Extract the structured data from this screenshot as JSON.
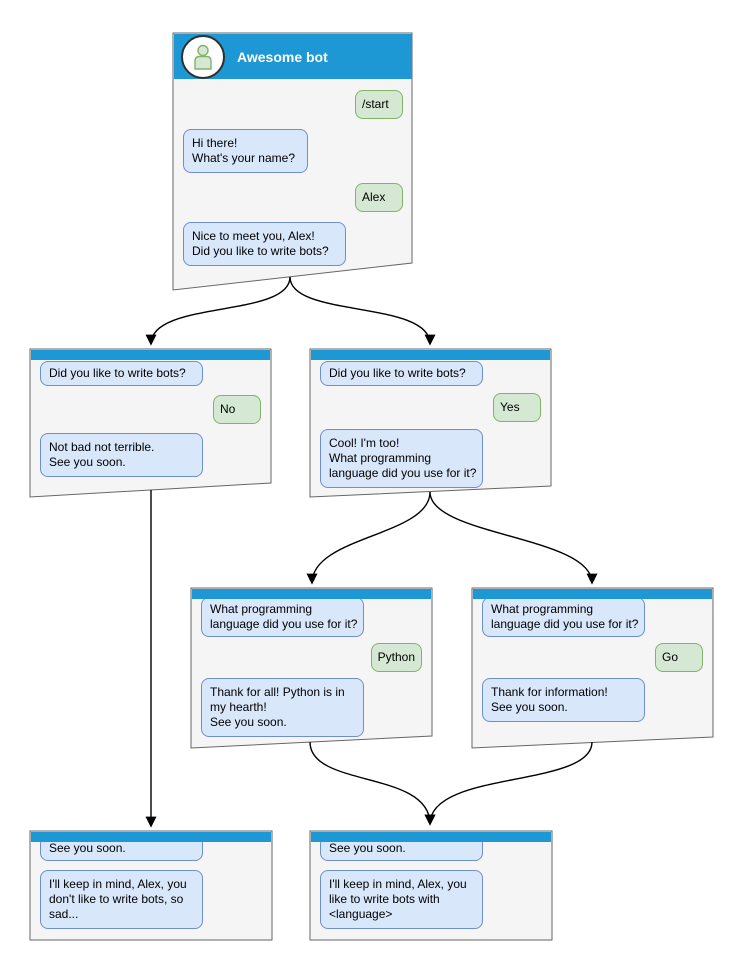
{
  "colors": {
    "titlebar": "#1e98d4",
    "window-fill": "#f5f5f5",
    "window-stroke": "#666666",
    "bot-bubble-fill": "#d9e7fb",
    "bot-bubble-stroke": "#6d8fce",
    "user-bubble-fill": "#d5e8d4",
    "user-bubble-stroke": "#82b366",
    "arrow": "#000000"
  },
  "icons": {
    "avatar": "person-icon"
  },
  "windows": {
    "start": {
      "title": "Awesome bot",
      "messages": [
        {
          "kind": "user",
          "text": "/start"
        },
        {
          "kind": "bot",
          "text": "Hi there!\nWhat's your name?"
        },
        {
          "kind": "user",
          "text": "Alex"
        },
        {
          "kind": "bot",
          "text": "Nice to meet you, Alex!\nDid you like to write bots?"
        }
      ]
    },
    "branch-no": {
      "messages": [
        {
          "kind": "echo",
          "text": "Did you like to write bots?"
        },
        {
          "kind": "user",
          "text": "No"
        },
        {
          "kind": "bot",
          "text": "Not bad not terrible.\nSee you soon."
        }
      ]
    },
    "branch-yes": {
      "messages": [
        {
          "kind": "echo",
          "text": "Did you like to write bots?"
        },
        {
          "kind": "user",
          "text": "Yes"
        },
        {
          "kind": "bot",
          "text": "Cool! I'm too!\nWhat programming\nlanguage did you use for it?"
        }
      ]
    },
    "lang-python": {
      "messages": [
        {
          "kind": "echo",
          "text": "What programming\nlanguage did you use for it?"
        },
        {
          "kind": "user",
          "text": "Python"
        },
        {
          "kind": "bot",
          "text": "Thank for all! Python is in\nmy hearth!\nSee you soon."
        }
      ]
    },
    "lang-go": {
      "messages": [
        {
          "kind": "echo",
          "text": "What programming\nlanguage did you use for it?"
        },
        {
          "kind": "user",
          "text": "Go"
        },
        {
          "kind": "bot",
          "text": "Thank for information!\nSee you soon."
        }
      ]
    },
    "end-no": {
      "messages": [
        {
          "kind": "echo",
          "text": "See you soon."
        },
        {
          "kind": "bot",
          "text": "I'll keep in mind, Alex, you\ndon't like to write bots, so\nsad..."
        }
      ]
    },
    "end-language": {
      "messages": [
        {
          "kind": "echo",
          "text": "See you soon."
        },
        {
          "kind": "bot",
          "text": "I'll keep in mind, Alex, you\nlike to write bots with\n<language>"
        }
      ]
    }
  },
  "connections": [
    {
      "from": "start",
      "to": "branch-no"
    },
    {
      "from": "start",
      "to": "branch-yes"
    },
    {
      "from": "branch-yes",
      "to": "lang-python"
    },
    {
      "from": "branch-yes",
      "to": "lang-go"
    },
    {
      "from": "branch-no",
      "to": "end-no"
    },
    {
      "from": "lang-python",
      "to": "end-language"
    },
    {
      "from": "lang-go",
      "to": "end-language"
    }
  ]
}
